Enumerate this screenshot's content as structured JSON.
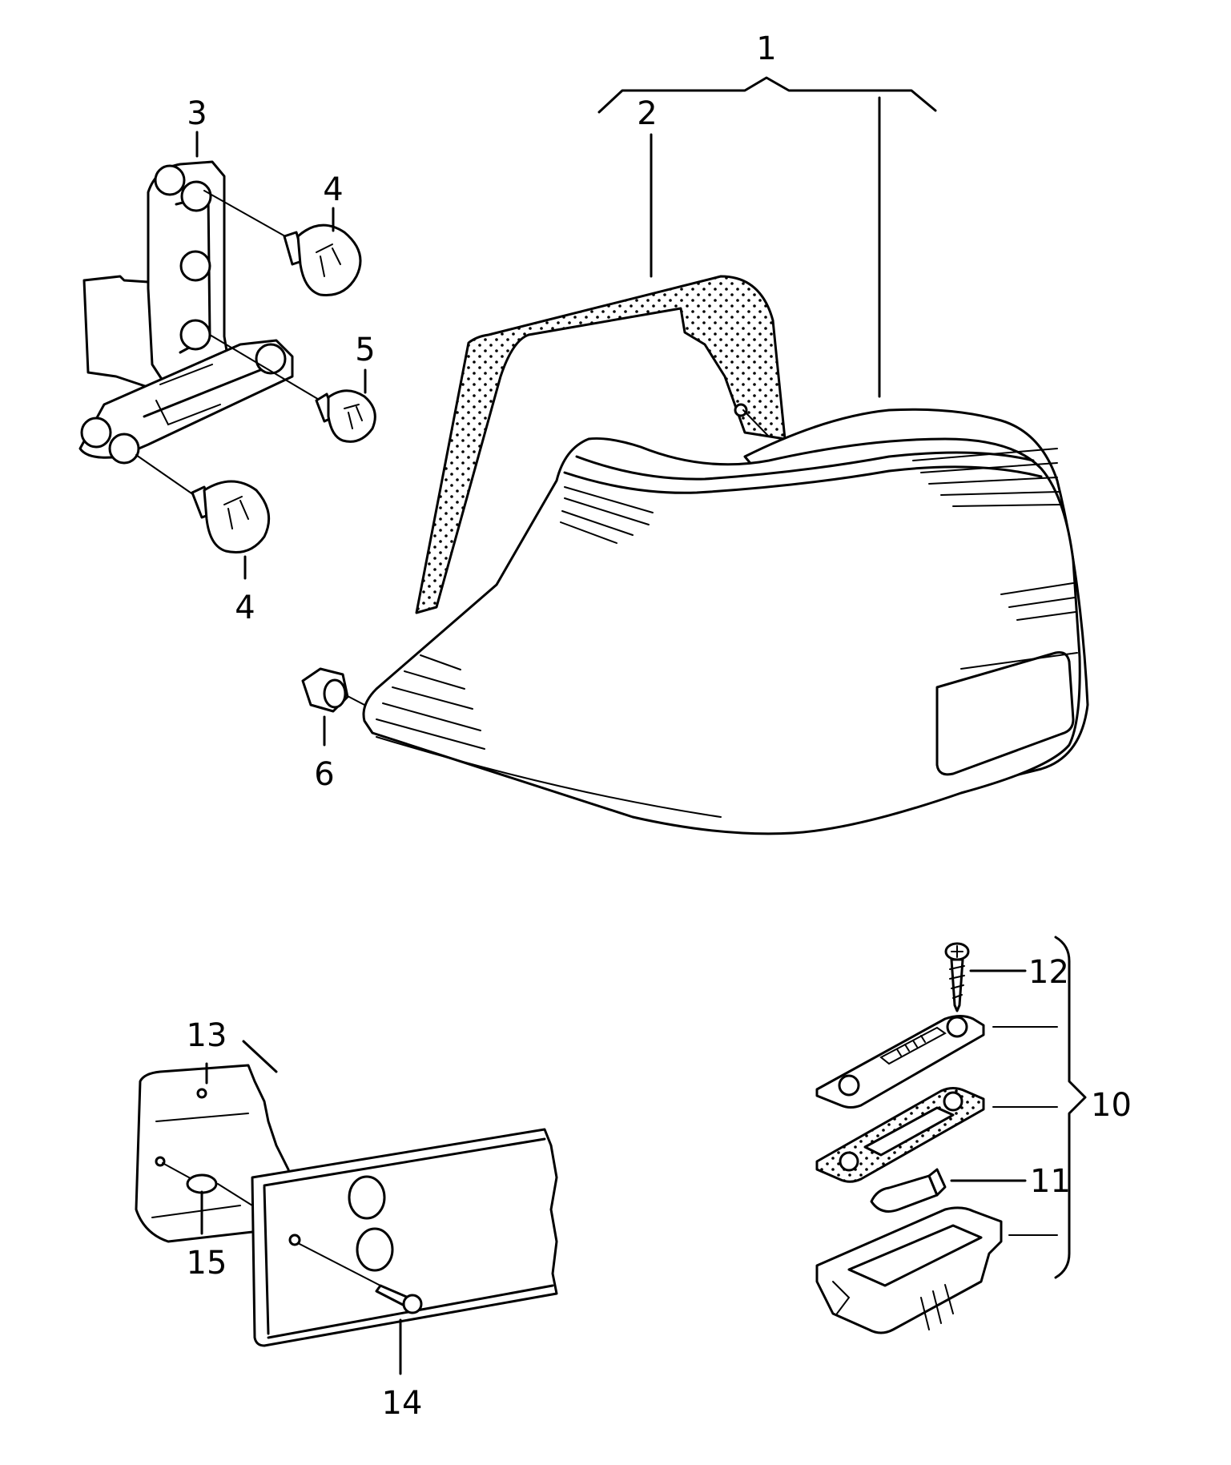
{
  "callouts": [
    {
      "id": "c1",
      "text": "1"
    },
    {
      "id": "c2",
      "text": "2"
    },
    {
      "id": "c3",
      "text": "3"
    },
    {
      "id": "c4a",
      "text": "4"
    },
    {
      "id": "c4b",
      "text": "4"
    },
    {
      "id": "c5",
      "text": "5"
    },
    {
      "id": "c6",
      "text": "6"
    },
    {
      "id": "c10",
      "text": "10"
    },
    {
      "id": "c11",
      "text": "11"
    },
    {
      "id": "c12",
      "text": "12"
    },
    {
      "id": "c13",
      "text": "13"
    },
    {
      "id": "c14",
      "text": "14"
    },
    {
      "id": "c15",
      "text": "15"
    }
  ]
}
